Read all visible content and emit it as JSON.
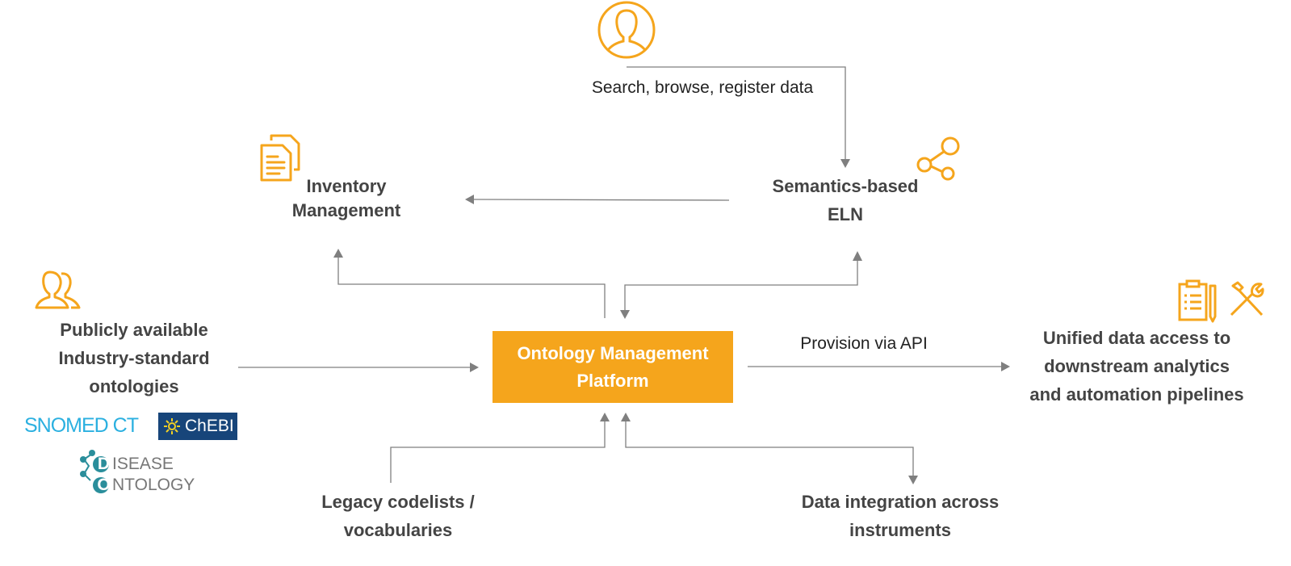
{
  "colors": {
    "accent": "#F5A51C",
    "arrow": "#7f7f7f",
    "snomed": "#2BB0E0",
    "chebi_bg": "#17457A",
    "disease": "#2A8E9B"
  },
  "nodes": {
    "user_caption": "Search, browse, register data",
    "inventory": {
      "line1": "Inventory",
      "line2": "Management"
    },
    "eln": {
      "line1": "Semantics-based",
      "line2": "ELN"
    },
    "platform": {
      "line1": "Ontology Management",
      "line2": "Platform"
    },
    "public": {
      "line1": "Publicly available",
      "line2": "Industry-standard",
      "line3": "ontologies"
    },
    "unified": {
      "line1": "Unified data access to",
      "line2": "downstream analytics",
      "line3": "and automation pipelines"
    },
    "legacy": {
      "line1": "Legacy codelists /",
      "line2": "vocabularies"
    },
    "integration": {
      "line1": "Data integration across",
      "line2": "instruments"
    }
  },
  "edges": {
    "api_label": "Provision via API"
  },
  "logos": {
    "snomed": "SNOMED CT",
    "chebi": "ChEBI",
    "disease_ontology": {
      "d": "D",
      "line1": "ISEASE",
      "o": "O",
      "line2": "NTOLOGY"
    }
  },
  "icons": [
    "user-icon",
    "documents-icon",
    "share-icon",
    "people-icon",
    "clipboard-icon",
    "tools-icon"
  ]
}
